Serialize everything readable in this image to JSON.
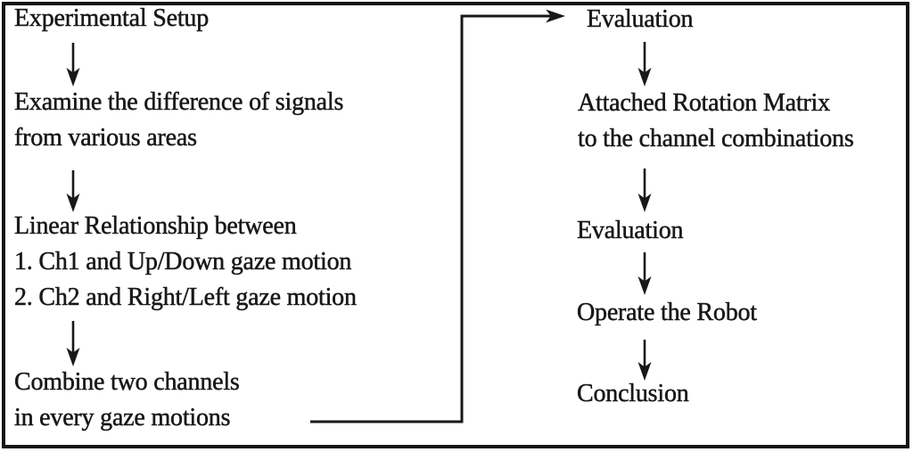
{
  "figure": {
    "type": "flowchart",
    "colors": {
      "ink": "#181818",
      "background": "#ffffff",
      "border": "#141414"
    },
    "left_column": {
      "steps": [
        {
          "id": "experimental-setup",
          "lines": [
            "Experimental Setup"
          ]
        },
        {
          "id": "examine-difference",
          "lines": [
            "Examine the difference of signals",
            "from various areas"
          ]
        },
        {
          "id": "linear-relationship",
          "lines": [
            "Linear Relationship between",
            "1. Ch1 and Up/Down gaze motion",
            "2. Ch2 and Right/Left gaze motion"
          ]
        },
        {
          "id": "combine-channels",
          "lines": [
            "Combine two channels",
            "in every gaze motions"
          ]
        }
      ]
    },
    "right_column": {
      "steps": [
        {
          "id": "evaluation-1",
          "lines": [
            "Evaluation"
          ]
        },
        {
          "id": "attached-rotation-matrix",
          "lines": [
            "Attached Rotation Matrix",
            "to the channel combinations"
          ]
        },
        {
          "id": "evaluation-2",
          "lines": [
            "Evaluation"
          ]
        },
        {
          "id": "operate-robot",
          "lines": [
            "Operate the Robot"
          ]
        },
        {
          "id": "conclusion",
          "lines": [
            "Conclusion"
          ]
        }
      ]
    },
    "icons": {
      "down_arrow": "down-arrow",
      "elbow_arrow": "right-arrow-elbow-connector"
    },
    "connections": [
      "Experimental Setup -> Examine the difference of signals from various areas",
      "Examine the difference of signals from various areas -> Linear Relationship between 1. Ch1 and Up/Down gaze motion 2. Ch2 and Right/Left gaze motion",
      "Linear Relationship -> Combine two channels in every gaze motions",
      "Combine two channels in every gaze motions -> Evaluation",
      "Evaluation -> Attached Rotation Matrix to the channel combinations",
      "Attached Rotation Matrix to the channel combinations -> Evaluation",
      "Evaluation -> Operate the Robot",
      "Operate the Robot -> Conclusion"
    ]
  }
}
